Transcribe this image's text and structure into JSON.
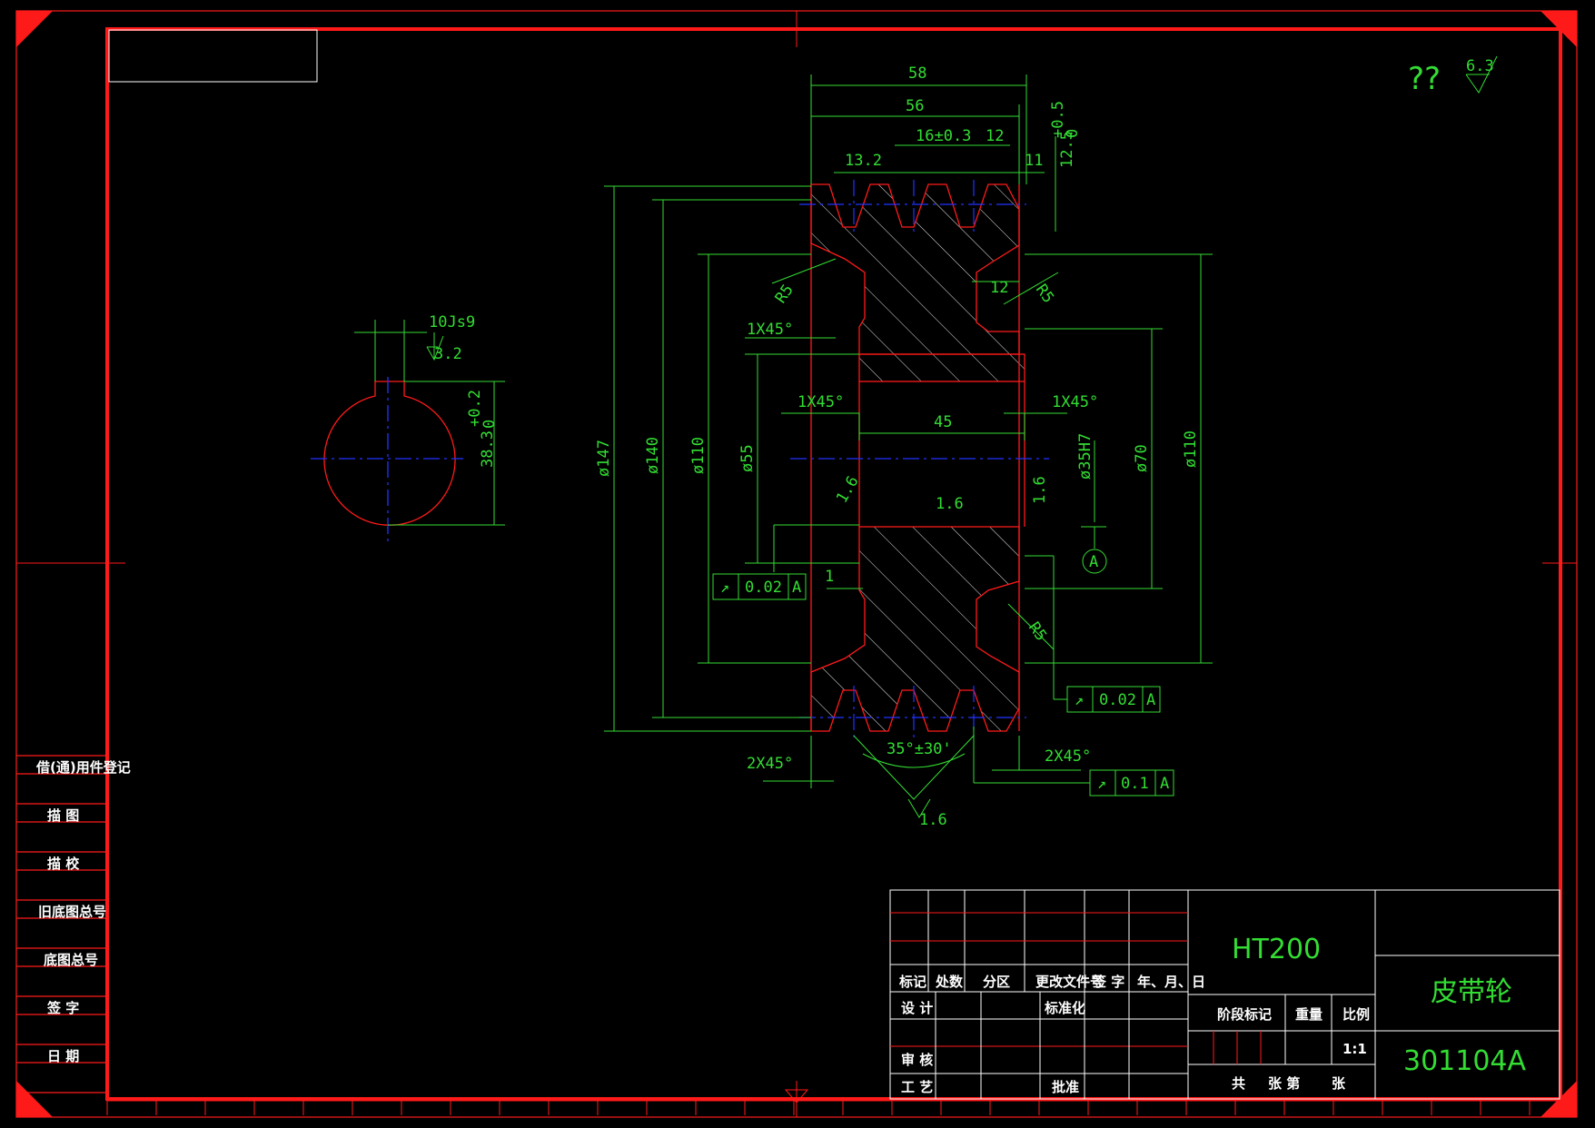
{
  "roughness": {
    "general_mark": "6.3",
    "general_prefix": "??"
  },
  "keyway": {
    "width_label": "10Js9",
    "roughness": "3.2",
    "depth_label": "38.3",
    "depth_tol_upper": "+0.2",
    "depth_tol_lower": "0"
  },
  "dims": {
    "d58": "58",
    "d56": "56",
    "d16": "16±0.3",
    "d12a": "12",
    "d13_2": "13.2",
    "d11": "11",
    "d12_5": "12.5",
    "d12_5_tol_upper": "+0.5",
    "d12_5_tol_lower": "0",
    "r5a": "R5",
    "r5b": "R5",
    "r5c": "R5",
    "d12b": "12",
    "ch1": "1X45°",
    "ch2": "1X45°",
    "ch3": "1X45°",
    "d45": "45",
    "dia147": "ø147",
    "dia140": "ø140",
    "dia110a": "ø110",
    "dia55": "ø55",
    "dia35": "ø35H7",
    "dia70": "ø70",
    "dia110b": "ø110",
    "rough_a": "1.6",
    "rough_b": "1.6",
    "rough_c": "1.6",
    "rough_d": "1.6",
    "d1": "1",
    "ch4": "2X45°",
    "ch5": "2X45°",
    "angle": "35°±30'",
    "datum": "A"
  },
  "tolerances": [
    {
      "symbol": "↗",
      "value": "0.02",
      "datum": "A"
    },
    {
      "symbol": "↗",
      "value": "0.02",
      "datum": "A"
    },
    {
      "symbol": "↗",
      "value": "0.1",
      "datum": "A"
    }
  ],
  "left_column": {
    "items": [
      "借(通)用件登记",
      "描 图",
      "描 校",
      "旧底图总号",
      "底图总号",
      "签 字",
      "日 期"
    ]
  },
  "title_block": {
    "material": "HT200",
    "part_name": "皮带轮",
    "drawing_no": "301104A",
    "scale": "1:1",
    "h_mark": "标记",
    "h_count": "处数",
    "h_zone": "分区",
    "h_doc": "更改文件号",
    "h_sign": "签 字",
    "h_date": "年、月、日",
    "design": "设 计",
    "standard": "标准化",
    "review": "审 核",
    "process": "工 艺",
    "approve": "批准",
    "stage_mark": "阶段标记",
    "weight": "重量",
    "ratio": "比例",
    "sheets_total": "共",
    "sheets_mid": "张 第",
    "sheets_end": "张"
  }
}
